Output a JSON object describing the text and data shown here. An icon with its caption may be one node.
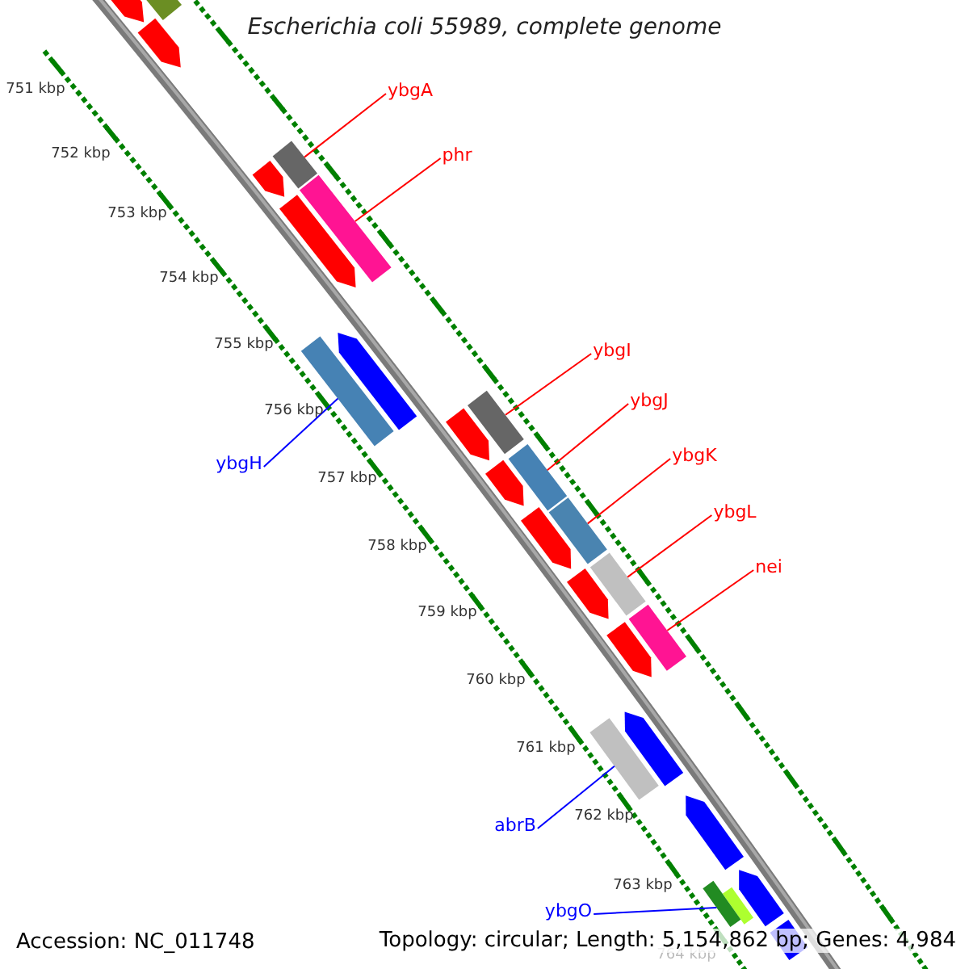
{
  "diagram": {
    "title": "Escherichia coli 55989, complete genome",
    "nodes": [
      {
        "text": [
          "ybgA"
        ]
      },
      {
        "text": [],
        "shape": "bar"
      },
      {
        "text": [
          "phr"
        ]
      },
      {
        "text": [],
        "shape": "bar"
      },
      {
        "text": [
          "ybgI"
        ]
      },
      {
        "text": [],
        "shape": "bar"
      },
      {
        "text": [
          "ybgJ"
        ]
      },
      {
        "text": [],
        "shape": "bar"
      },
      {
        "text": [
          "ybgK"
        ]
      },
      {
        "text": [],
        "shape": "bar"
      },
      {
        "text": [
          "ybgL"
        ]
      },
      {
        "text": [],
        "shape": "bar"
      },
      {
        "text": [
          "nei"
        ]
      },
      {
        "text": [],
        "shape": "bar"
      },
      {
        "text": [
          "ybgH"
        ]
      },
      {
        "text": [],
        "shape": "bar"
      },
      {
        "text": [
          "abrB"
        ]
      },
      {
        "text": [],
        "shape": "bar"
      },
      {
        "text": [
          "ybgO"
        ]
      },
      {
        "text": [],
        "shape": "bar"
      }
    ],
    "edges": [
      {
        "from": 0,
        "to": 1,
        "arrow": "none"
      },
      {
        "from": 2,
        "to": 3,
        "arrow": "none"
      },
      {
        "from": 4,
        "to": 5,
        "arrow": "none"
      },
      {
        "from": 6,
        "to": 7,
        "arrow": "none"
      },
      {
        "from": 8,
        "to": 9,
        "arrow": "none"
      },
      {
        "from": 10,
        "to": 11,
        "arrow": "none"
      },
      {
        "from": 12,
        "to": 13,
        "arrow": "none"
      },
      {
        "from": 14,
        "to": 15,
        "arrow": "none",
        "color": "#0000ff"
      },
      {
        "from": 16,
        "to": 17,
        "arrow": "none",
        "color": "#0000ff"
      },
      {
        "from": 18,
        "to": 19,
        "arrow": "none",
        "color": "#0000ff"
      }
    ],
    "labels": [
      "751 kbp",
      "752 kbp",
      "753 kbp",
      "754 kbp",
      "755 kbp",
      "756 kbp",
      "757 kbp",
      "758 kbp",
      "759 kbp",
      "760 kbp",
      "761 kbp",
      "762 kbp",
      "763 kbp",
      "764 kbp",
      "Accession: NC_011748",
      "Topology: circular; Length: 5,154,862 bp; Genes: 4,984"
    ]
  }
}
